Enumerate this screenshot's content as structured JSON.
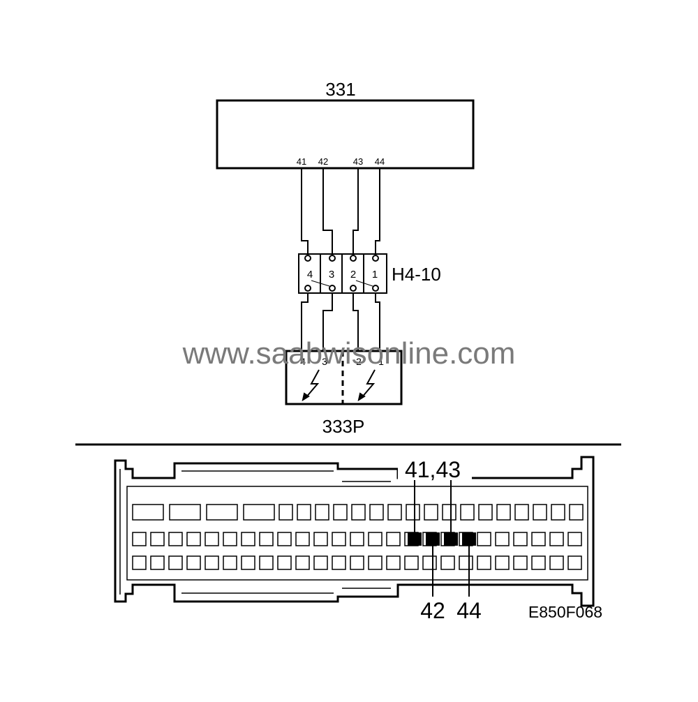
{
  "control_unit": {
    "label": "331",
    "pins": [
      "41",
      "42",
      "43",
      "44"
    ]
  },
  "intermediate_connector": {
    "label": "H4-10",
    "pins": [
      "4",
      "3",
      "2",
      "1"
    ]
  },
  "component": {
    "label": "333P",
    "pins": [
      "4",
      "3",
      "2",
      "1"
    ]
  },
  "watermark": "www.saabwisonline.com",
  "connector_view": {
    "top_callout": "41,43",
    "bottom_callout_left": "42",
    "bottom_callout_right": "44"
  },
  "figure_id": "E850F068",
  "colors": {
    "line": "#000000",
    "watermark": "#7a7a7a",
    "background": "#ffffff"
  }
}
